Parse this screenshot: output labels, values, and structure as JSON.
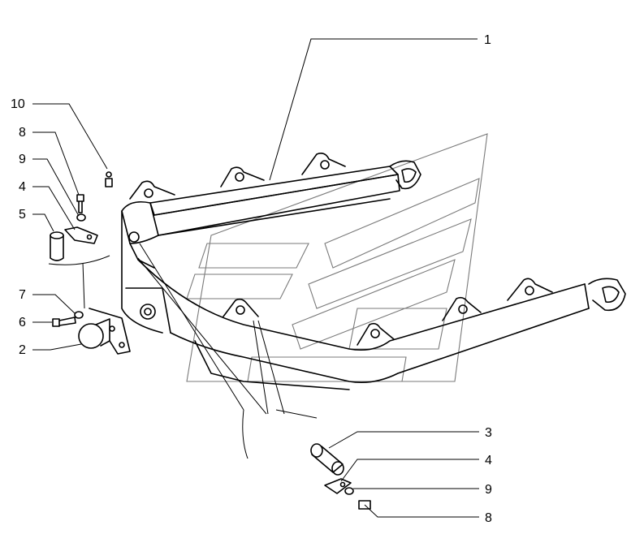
{
  "callouts": [
    {
      "id": "c1",
      "text": "1"
    },
    {
      "id": "c10",
      "text": "10"
    },
    {
      "id": "c8a",
      "text": "8"
    },
    {
      "id": "c9a",
      "text": "9"
    },
    {
      "id": "c4a",
      "text": "4"
    },
    {
      "id": "c5",
      "text": "5"
    },
    {
      "id": "c7",
      "text": "7"
    },
    {
      "id": "c6",
      "text": "6"
    },
    {
      "id": "c2",
      "text": "2"
    },
    {
      "id": "c3",
      "text": "3"
    },
    {
      "id": "c4b",
      "text": "4"
    },
    {
      "id": "c9b",
      "text": "9"
    },
    {
      "id": "c8b",
      "text": "8"
    }
  ]
}
